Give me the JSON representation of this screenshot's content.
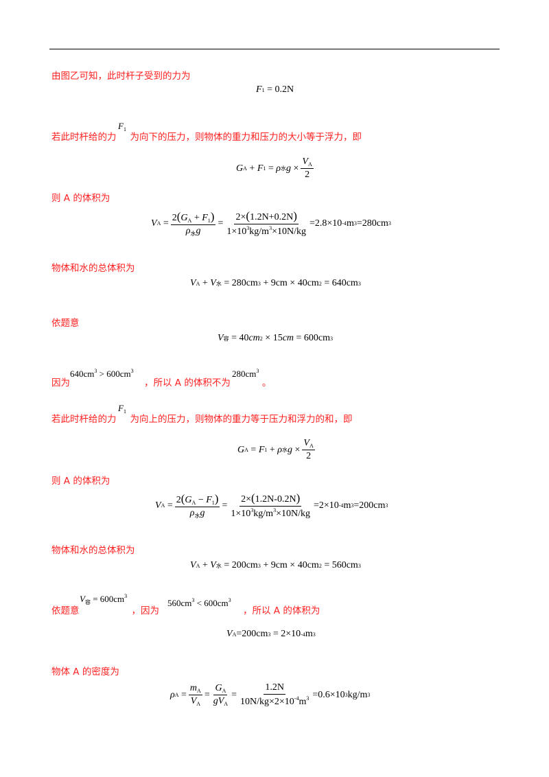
{
  "paragraphs": {
    "p1": "由图乙可知，此时杆子受到的力为",
    "p2a": "若此时杆给的力",
    "p2b": "为向下的压力，则物体的重力和压力的大小等于浮力，即",
    "p3": "则 A 的体积为",
    "p4": "物体和水的总体积为",
    "p5": "依题意",
    "p6a": "因为",
    "p6b": "，所以 A 的体积不为",
    "p6c": "。",
    "p7a": "若此时杆给的力",
    "p7b": "为向上的压力，则物体的重力等于压力和浮力的和，即",
    "p8": "则 A 的体积为",
    "p9": "物体和水的总体积为",
    "p10a": "依题意",
    "p10b": "，因为",
    "p10c": "，所以 A 的体积为",
    "p11": "物体 A 的密度为"
  },
  "equations": {
    "e1": "F1 = 0.2N",
    "e2": "GA + F1 = ρ水 g × VA/2",
    "e3": "VA = 2(GA + F1)/(ρ水 g) = 2×(1.2N+0.2N)/(1×10³kg/m³×10N/kg) = 2.8×10⁻⁴m³ = 280cm³",
    "e4": "VA + V水 = 280cm³ + 9cm×40cm² = 640cm³",
    "e5": "V容 = 40cm²×15cm = 600cm³",
    "e6": "640cm³ > 600cm³",
    "e7": "280cm³",
    "e8": "GA = F1 + ρ水 g × VA/2",
    "e9": "VA = 2(GA − F1)/(ρ水 g) = 2×(1.2N-0.2N)/(1×10³kg/m³×10N/kg) = 2×10⁻⁴m³ = 200cm³",
    "e10": "VA + V水 = 200cm³ + 9cm×40cm² = 560cm³",
    "e11": "V容 = 600cm³",
    "e12": "560cm³ < 600cm³",
    "e13": "VA = 200cm³ = 2×10⁻⁴m³",
    "e14": "ρA = mA/VA = GA/(g VA) = 1.2N/(10N/kg×2×10⁻⁴m³) = 0.6×10³kg/m³"
  },
  "colors": {
    "text_red": "#ff1f1f",
    "math": "#000000"
  }
}
